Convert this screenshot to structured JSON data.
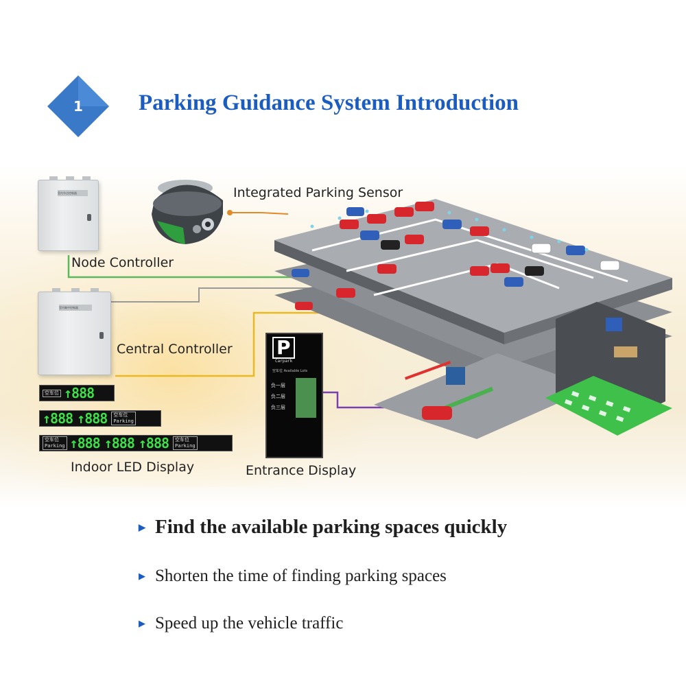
{
  "header": {
    "badge_number": "1",
    "title": "Parking Guidance System Introduction",
    "badge_color": "#3a78c8",
    "title_color": "#1a5cc0"
  },
  "diagram": {
    "labels": {
      "sensor": "Integrated Parking Sensor",
      "node_controller": "Node Controller",
      "central_controller": "Central Controller",
      "indoor_led": "Indoor LED Display",
      "entrance_display": "Entrance Display"
    },
    "cabinet_plates": {
      "node": "室内节点控制器",
      "central": "室内集中控制器"
    },
    "led_displays": {
      "tag_top": "空车位",
      "tag_bottom": "Parking",
      "digits": "888"
    },
    "entrance_panel": {
      "letter": "P",
      "brand": "Carpark",
      "available": "空车位  Available Lots",
      "levels": [
        "负一层",
        "负二层",
        "负三层"
      ]
    },
    "wire_colors": {
      "sensor": "#e08a2a",
      "node": "#5cb85c",
      "central": "#888888",
      "led": "#e8b923",
      "entrance": "#7a3fb0"
    }
  },
  "bullets": [
    "Find the available parking spaces quickly",
    "Shorten the time of finding parking spaces",
    "Speed up the vehicle traffic"
  ]
}
